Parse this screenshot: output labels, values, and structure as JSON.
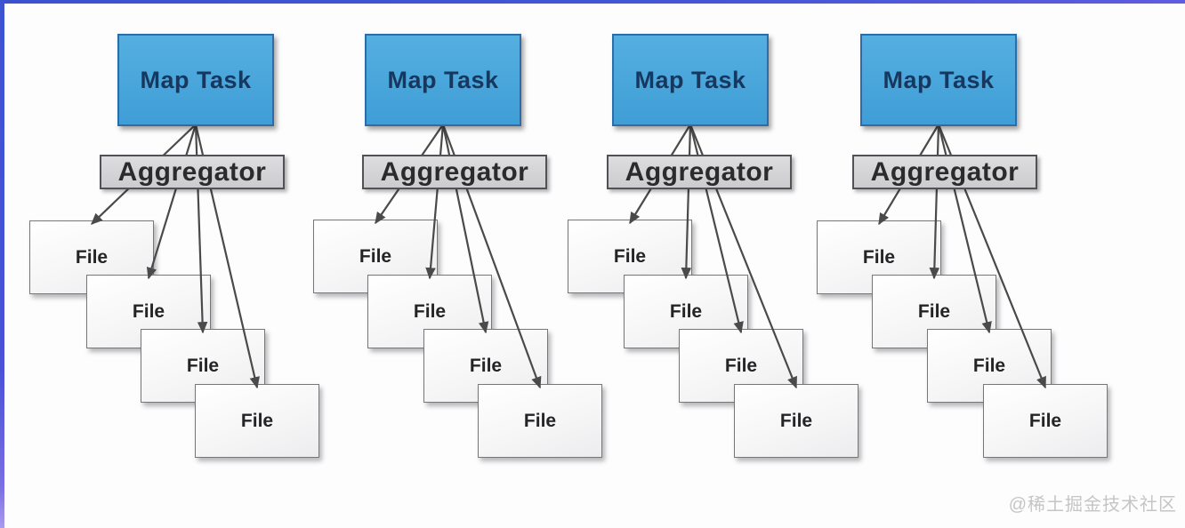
{
  "diagram": {
    "columns": [
      {
        "map_task": "Map Task",
        "aggregator": "Aggregator",
        "files": [
          "File",
          "File",
          "File",
          "File"
        ]
      },
      {
        "map_task": "Map Task",
        "aggregator": "Aggregator",
        "files": [
          "File",
          "File",
          "File",
          "File"
        ]
      },
      {
        "map_task": "Map Task",
        "aggregator": "Aggregator",
        "files": [
          "File",
          "File",
          "File",
          "File"
        ]
      },
      {
        "map_task": "Map Task",
        "aggregator": "Aggregator",
        "files": [
          "File",
          "File",
          "File",
          "File"
        ]
      }
    ],
    "colors": {
      "map_task_fill": "#45a4da",
      "map_task_border": "#2a6da8",
      "map_task_text": "#17375e",
      "aggregator_fill": "#d6d6d8",
      "aggregator_border": "#525256",
      "aggregator_text": "#2b2b2e",
      "file_fill": "#f7f7f8",
      "file_border": "#77777a",
      "file_text": "#242426",
      "arrow": "#4a4a4a",
      "frame_top_bar": "#3f55d4",
      "frame_left_bar": "#4552d6"
    }
  },
  "watermark": {
    "text": "@稀土掘金技术社区",
    "color": "#c5c5c5"
  }
}
